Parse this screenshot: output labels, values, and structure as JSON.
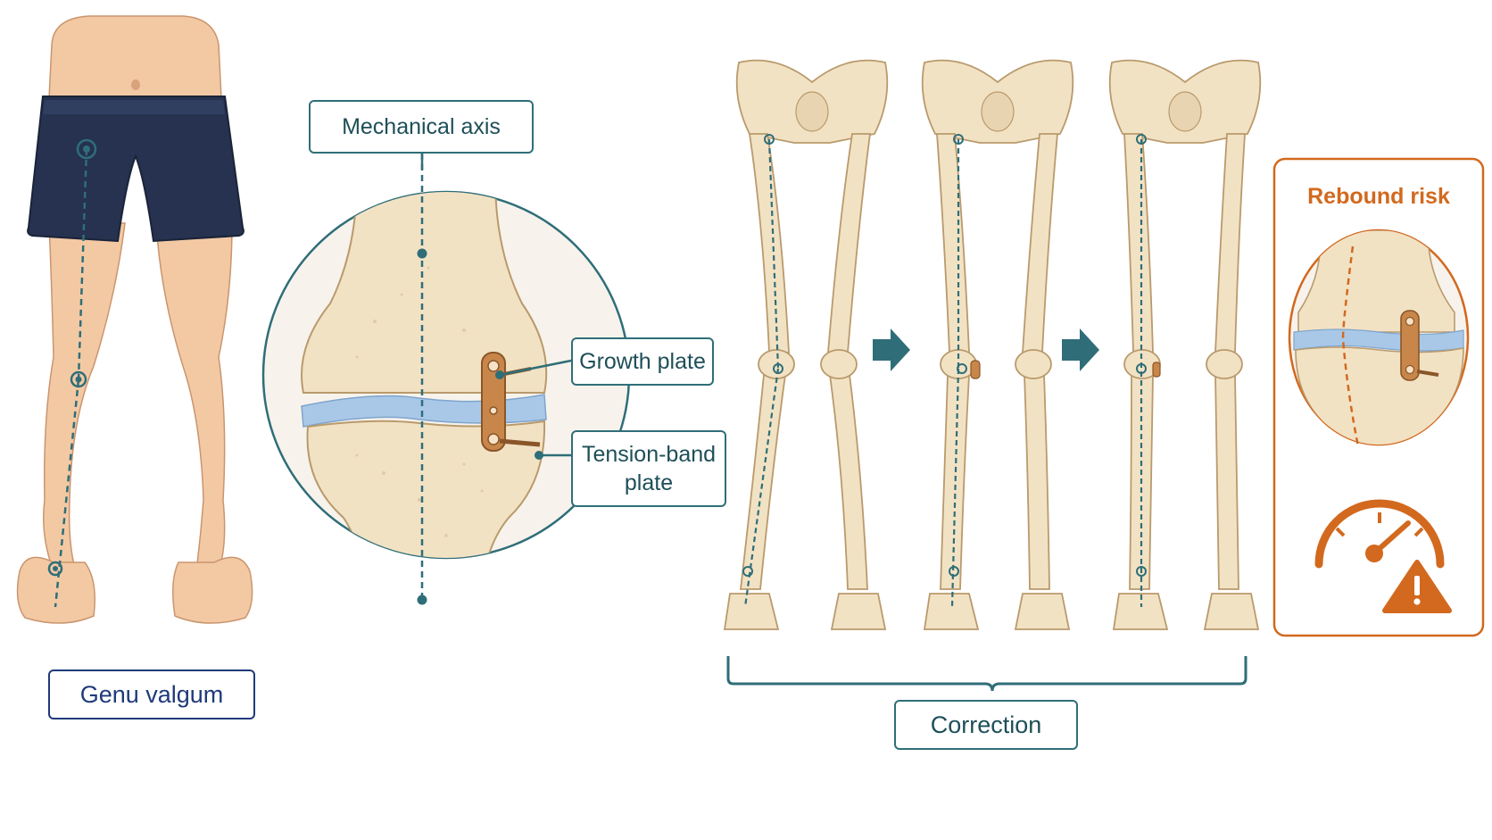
{
  "labels": {
    "genu_valgum": "Genu valgum",
    "mechanical_axis": "Mechanical axis",
    "growth_plate": "Growth plate",
    "tension_band_line1": "Tension-band",
    "tension_band_line2": "plate",
    "correction": "Correction",
    "rebound_risk": "Rebound risk"
  },
  "colors": {
    "teal": "#2f6e78",
    "navy": "#1f3a7a",
    "orange": "#d2691e",
    "skin": "#f3c9a4",
    "bone": "#f2e2c4",
    "growth_plate": "#a9c8e8",
    "shorts": "#26324f",
    "implant": "#c8864a"
  },
  "icons": {
    "arrow_1": "arrow-right-icon",
    "arrow_2": "arrow-right-icon",
    "gauge": "gauge-icon",
    "warning": "warning-triangle-icon"
  }
}
